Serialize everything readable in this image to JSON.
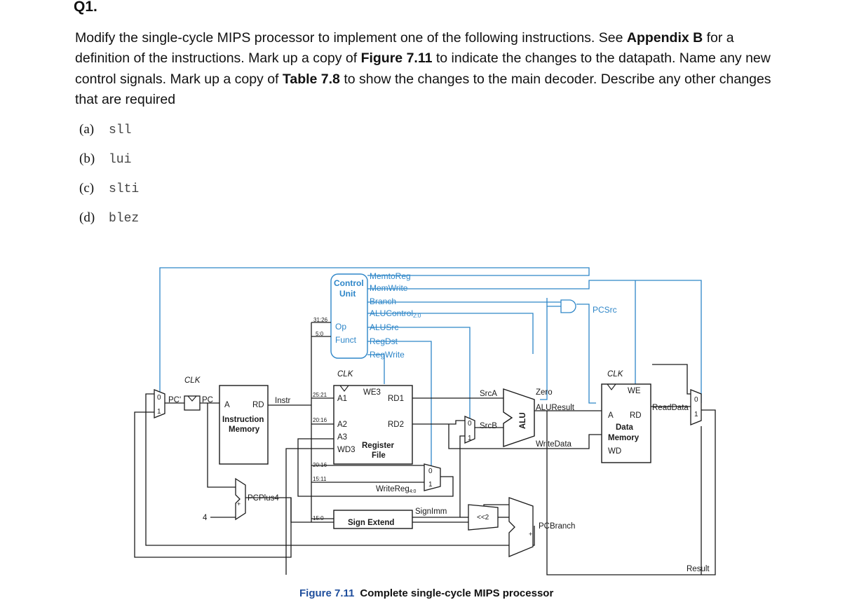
{
  "question": {
    "title": "Q1.",
    "para_1": "Modify the single-cycle MIPS processor to implement one of the following instructions. See ",
    "appendix": "Appendix B",
    "para_2": " for a definition of the instructions. Mark up a copy of ",
    "figure_ref": "Figure 7.11",
    "para_3": " to indicate the changes to the datapath. Name any new control signals. Mark up a copy of ",
    "table_ref": "Table 7.8",
    "para_4": " to show the changes to the main decoder. Describe any other changes that are required",
    "options": [
      {
        "label": "(a)",
        "code": "sll"
      },
      {
        "label": "(b)",
        "code": "lui"
      },
      {
        "label": "(c)",
        "code": "slti"
      },
      {
        "label": "(d)",
        "code": "blez"
      }
    ]
  },
  "figure": {
    "number": "Figure 7.11",
    "caption": "Complete single-cycle MIPS processor",
    "colors": {
      "control": "#2e86c8",
      "datapath": "#1a1a1a",
      "caption": "#1f4e9c"
    },
    "control_unit": {
      "title": "Control",
      "title2": "Unit",
      "op": "Op",
      "funct": "Funct",
      "signals": [
        "MemtoReg",
        "MemWrite",
        "Branch",
        "ALUControl",
        "ALUSrc",
        "RegDst",
        "RegWrite"
      ],
      "alucontrol_sub": "2:0",
      "pcsrc": "PCSrc"
    },
    "bits": {
      "b31_26": "31:26",
      "b5_0": "5:0",
      "b25_21": "25:21",
      "b20_16": "20:16",
      "b20_16b": "20:16",
      "b15_11": "15:11",
      "b15_0": "15:0"
    },
    "pc": {
      "clk": "CLK",
      "pc_prime": "PC'",
      "pc": "PC",
      "zero": "0",
      "one": "1"
    },
    "instr_mem": {
      "a": "A",
      "rd": "RD",
      "line1": "Instruction",
      "line2": "Memory",
      "instr": "Instr"
    },
    "reg_file": {
      "clk": "CLK",
      "we3": "WE3",
      "a1": "A1",
      "rd1": "RD1",
      "a2": "A2",
      "rd2": "RD2",
      "a3": "A3",
      "wd3": "WD3",
      "line1": "Register",
      "line2": "File"
    },
    "alu": {
      "label": "ALU",
      "srca": "SrcA",
      "srcb": "SrcB",
      "zero": "Zero",
      "result": "ALUResult",
      "writedata": "WriteData"
    },
    "data_mem": {
      "clk": "CLK",
      "we": "WE",
      "a": "A",
      "rd": "RD",
      "line1": "Data",
      "line2": "Memory",
      "wd": "WD",
      "readdata": "ReadData"
    },
    "misc": {
      "pcplus4": "PCPlus4",
      "four": "4",
      "plus": "+",
      "writereg": "WriteReg",
      "writereg_sub": "4:0",
      "signimm": "SignImm",
      "signext": "Sign Extend",
      "shift": "<<2",
      "pcbranch": "PCBranch",
      "result": "Result",
      "mux0": "0",
      "mux1": "1"
    }
  }
}
